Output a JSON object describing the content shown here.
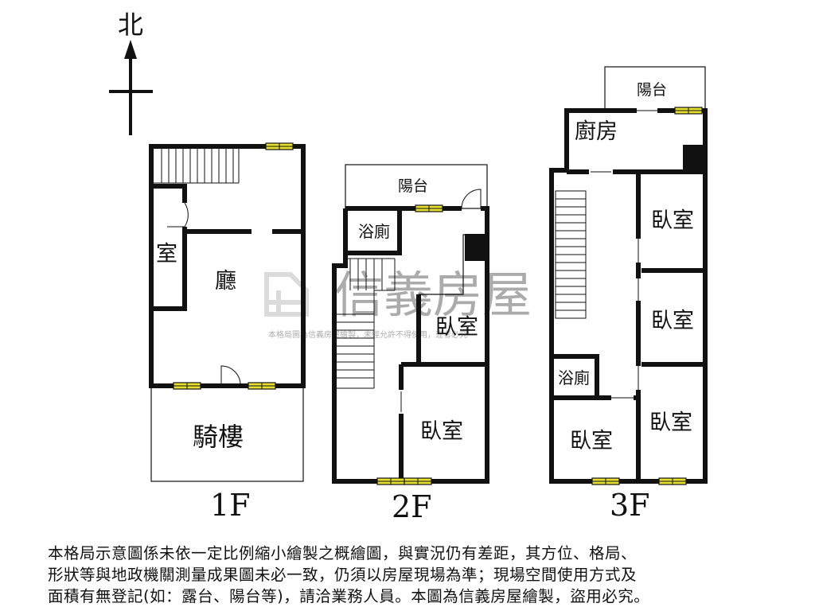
{
  "compass": {
    "north": "北"
  },
  "watermark": {
    "brand": "信義房屋",
    "line": "本格局圖為信義房屋繪製，未經允許不得使用，違者必究"
  },
  "floors": {
    "f1": {
      "name": "1F",
      "rooms": {
        "room": "室",
        "hall": "廳",
        "arcade": "騎樓"
      }
    },
    "f2": {
      "name": "2F",
      "rooms": {
        "balcony": "陽台",
        "bath": "浴廁",
        "bedroom_a": "臥室",
        "bedroom_b": "臥室"
      }
    },
    "f3": {
      "name": "3F",
      "rooms": {
        "balcony": "陽台",
        "kitchen": "廚房",
        "bath": "浴廁",
        "bedroom_1": "臥室",
        "bedroom_2": "臥室",
        "bedroom_3": "臥室",
        "bedroom_4": "臥室"
      }
    }
  },
  "disclaimer": {
    "line1": "本格局示意圖係未依一定比例縮小繪製之概繪圖，與實況仍有差距，其方位、格局、",
    "line2": "形狀等與地政機關測量成果圖未必一致，仍須以房屋現場為準；現場空間使用方式及",
    "line3": "面積有無登記(如：露台、陽台等)，請洽業務人員。本圖為信義房屋繪製，盜用必究。"
  },
  "colors": {
    "wall": "#111111",
    "window": "#e8e030",
    "watermark": "#c8c8c8"
  }
}
